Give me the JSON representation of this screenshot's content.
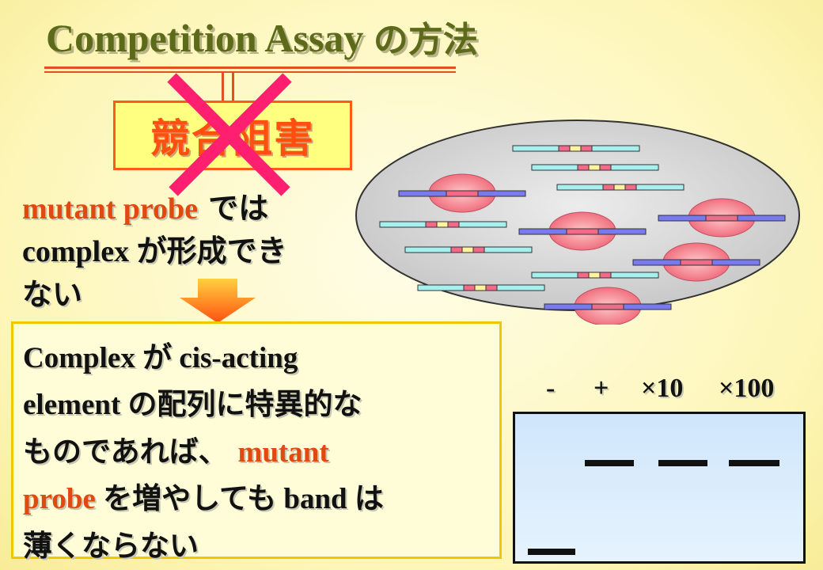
{
  "slide": {
    "title_latin": "Competition Assay",
    "title_jp": "の方法",
    "crossed_label": "競合阻害",
    "mutant_note": {
      "probe": "mutant probe",
      "line1_rest": " では",
      "line2": "complex が形成でき",
      "line3": "ない"
    },
    "complex_note": {
      "line1": "Complex が cis-acting",
      "line2": "element の配列に特異的な",
      "line3_pre": "ものであれば、 ",
      "line3_red": "mutant",
      "line4_red": "probe",
      "line4_rest": " を増やしても band は",
      "line5": "薄くならない"
    },
    "gel": {
      "lanes": [
        "-",
        "+",
        "×10",
        "×100"
      ],
      "bands": [
        {
          "lane": "+",
          "position": "upper"
        },
        {
          "lane": "×10",
          "position": "upper"
        },
        {
          "lane": "×100",
          "position": "upper"
        },
        {
          "lane": "-",
          "position": "lower"
        }
      ]
    },
    "colors": {
      "title": "#5c6a1a",
      "accent_red": "#e04a10",
      "box_border": "#f0c800",
      "gel_bg": "#d6ebfb"
    }
  }
}
